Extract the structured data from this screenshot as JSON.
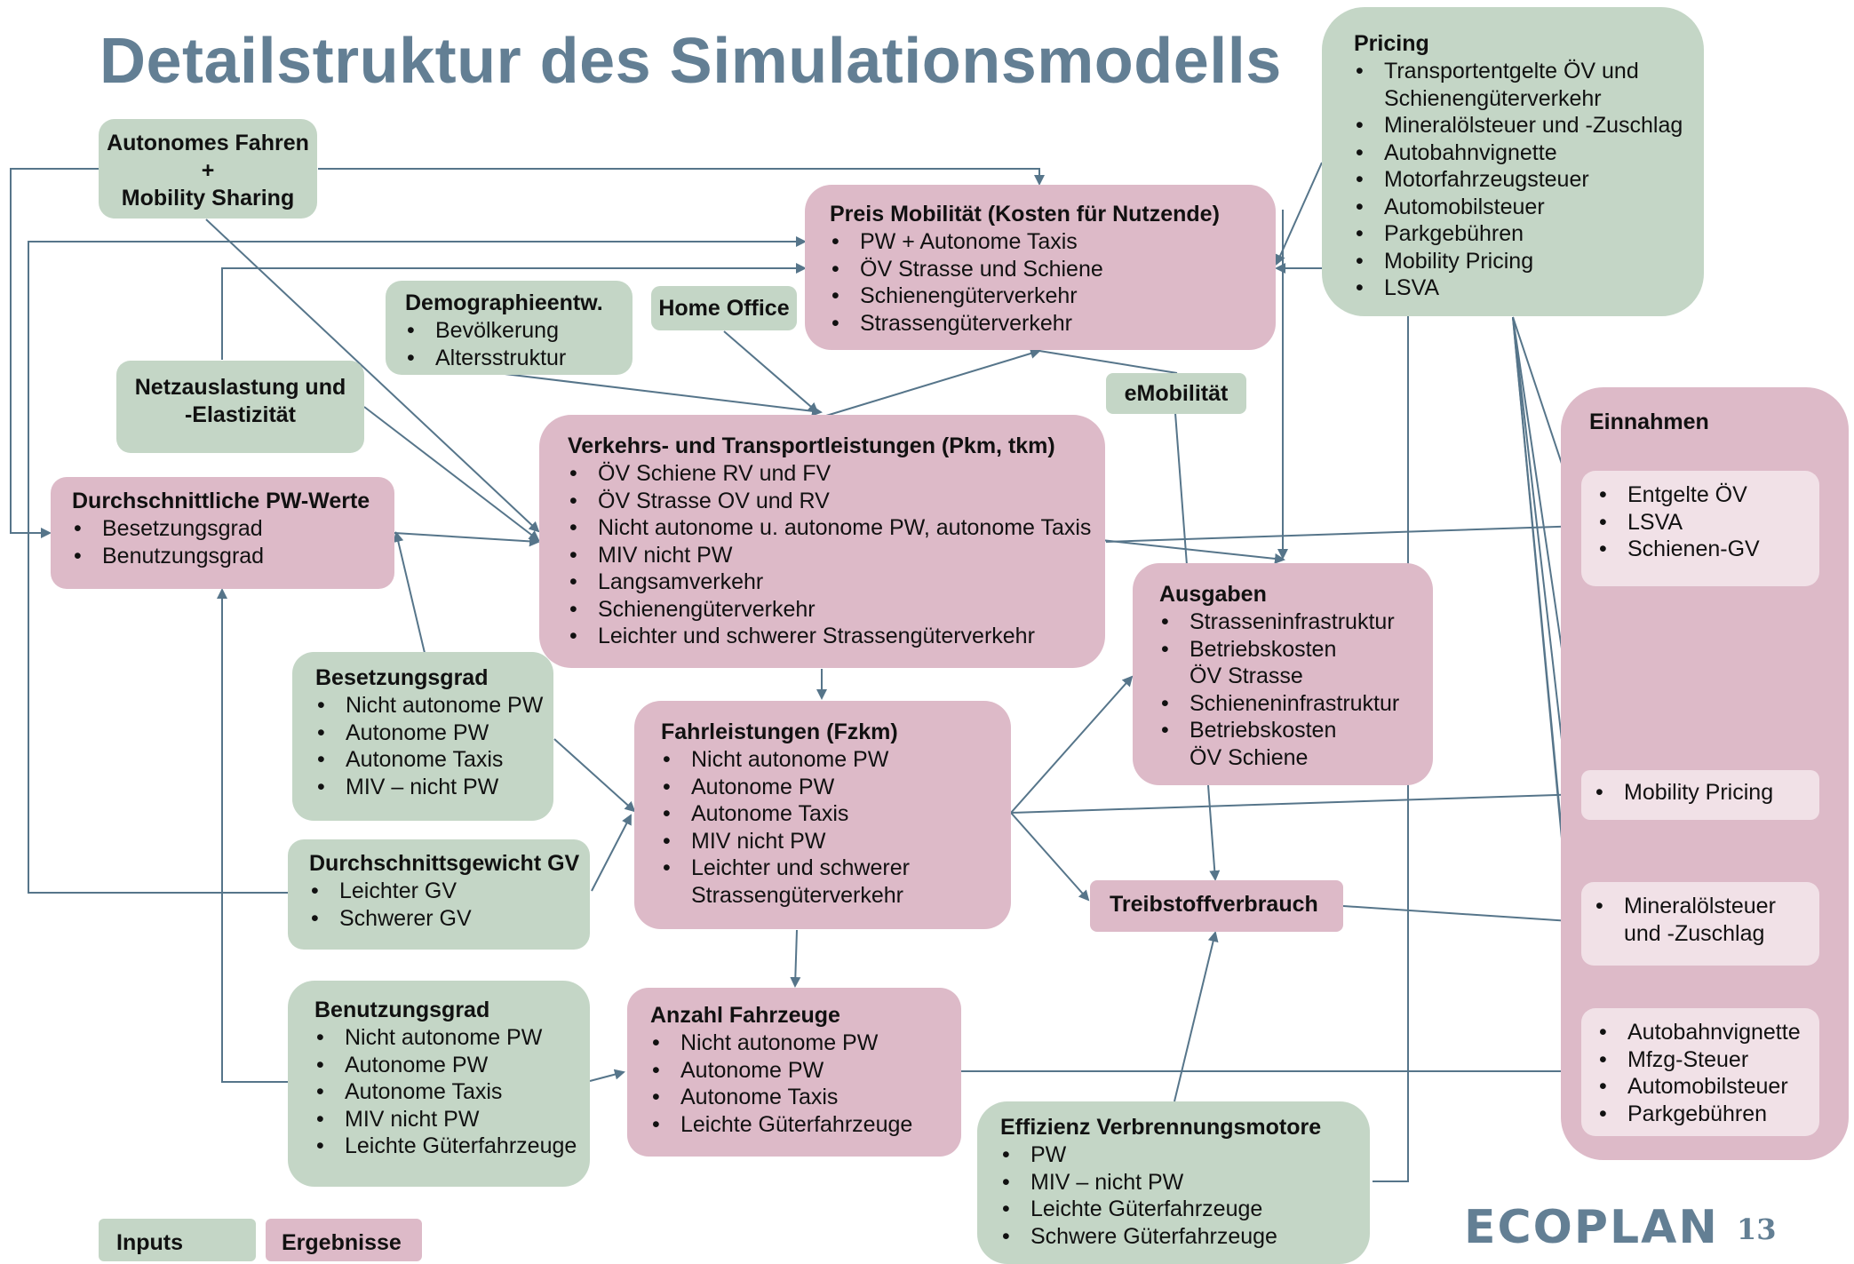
{
  "title": "Detailstruktur des Simulationsmodells",
  "autonomes": {
    "line1": "Autonomes Fahren",
    "plus": "+",
    "line2": "Mobility Sharing"
  },
  "pricing": {
    "head": "Pricing",
    "items": [
      "Transportentgelte ÖV und",
      "Schienengüterverkehr",
      "Mineralölsteuer und -Zuschlag",
      "Autobahnvignette",
      "Motorfahrzeugsteuer",
      "Automobilsteuer",
      "Parkgebühren",
      "Mobility Pricing",
      "LSVA"
    ]
  },
  "preis": {
    "head": "Preis Mobilität (Kosten für Nutzende)",
    "items": [
      "PW + Autonome Taxis",
      "ÖV Strasse und Schiene",
      "Schienengüterverkehr",
      "Strassengüterverkehr"
    ]
  },
  "demo": {
    "head": "Demographieentw.",
    "items": [
      "Bevölkerung",
      "Altersstruktur"
    ]
  },
  "home_office": "Home Office",
  "netz": {
    "line1": "Netzauslastung und",
    "line2": "-Elastizität"
  },
  "emob": "eMobilität",
  "pw_werte": {
    "head": "Durchschnittliche PW-Werte",
    "items": [
      "Besetzungsgrad",
      "Benutzungsgrad"
    ]
  },
  "verkehr": {
    "head": "Verkehrs- und Transportleistungen (Pkm, tkm)",
    "items": [
      "ÖV Schiene RV und FV",
      "ÖV Strasse OV und RV",
      "Nicht autonome u. autonome PW, autonome Taxis",
      "MIV nicht PW",
      "Langsamverkehr",
      "Schienengüterverkehr",
      "Leichter und schwerer Strassengüterverkehr"
    ]
  },
  "einnahmen": {
    "head": "Einnahmen",
    "g1": [
      "Entgelte ÖV",
      "LSVA",
      "Schienen-GV"
    ],
    "g2": [
      "Mobility Pricing"
    ],
    "g3": [
      "Mineralölsteuer",
      "und -Zuschlag"
    ],
    "g4": [
      "Autobahnvignette",
      "Mfzg-Steuer",
      "Automobilsteuer",
      "Parkgebühren"
    ]
  },
  "ausgaben": {
    "head": "Ausgaben",
    "items": [
      "Strasseninfrastruktur",
      "Betriebskosten",
      "ÖV Strasse",
      "Schieneninfrastruktur",
      "Betriebskosten",
      "ÖV Schiene"
    ]
  },
  "besetzung": {
    "head": "Besetzungsgrad",
    "items": [
      "Nicht autonome PW",
      "Autonome PW",
      "Autonome Taxis",
      "MIV – nicht PW"
    ]
  },
  "fahrleist": {
    "head": "Fahrleistungen (Fzkm)",
    "items": [
      "Nicht autonome PW",
      "Autonome PW",
      "Autonome Taxis",
      "MIV nicht PW",
      "Leichter und schwerer",
      "Strassengüterverkehr"
    ]
  },
  "gewicht": {
    "head": "Durchschnittsgewicht GV",
    "items": [
      "Leichter GV",
      "Schwerer GV"
    ]
  },
  "treibstoff": "Treibstoffverbrauch",
  "benutzung": {
    "head": "Benutzungsgrad",
    "items": [
      "Nicht autonome PW",
      "Autonome PW",
      "Autonome Taxis",
      "MIV  nicht PW",
      "Leichte Güterfahrzeuge"
    ]
  },
  "anzahl": {
    "head": "Anzahl Fahrzeuge",
    "items": [
      "Nicht autonome PW",
      "Autonome PW",
      "Autonome Taxis",
      "Leichte Güterfahrzeuge"
    ]
  },
  "effizienz": {
    "head": "Effizienz Verbrennungsmotore",
    "items": [
      "PW",
      "MIV – nicht PW",
      "Leichte Güterfahrzeuge",
      "Schwere Güterfahrzeuge"
    ]
  },
  "legend": {
    "inputs": "Inputs",
    "ergebnisse": "Ergebnisse"
  },
  "logo": "ECOPLAN",
  "page_number": "13",
  "colors": {
    "input_green": "#c4d6c6",
    "result_pink": "#ddbac8",
    "revenue_light": "#f1e1e7",
    "arrow": "#56758a",
    "title": "#637f94"
  }
}
